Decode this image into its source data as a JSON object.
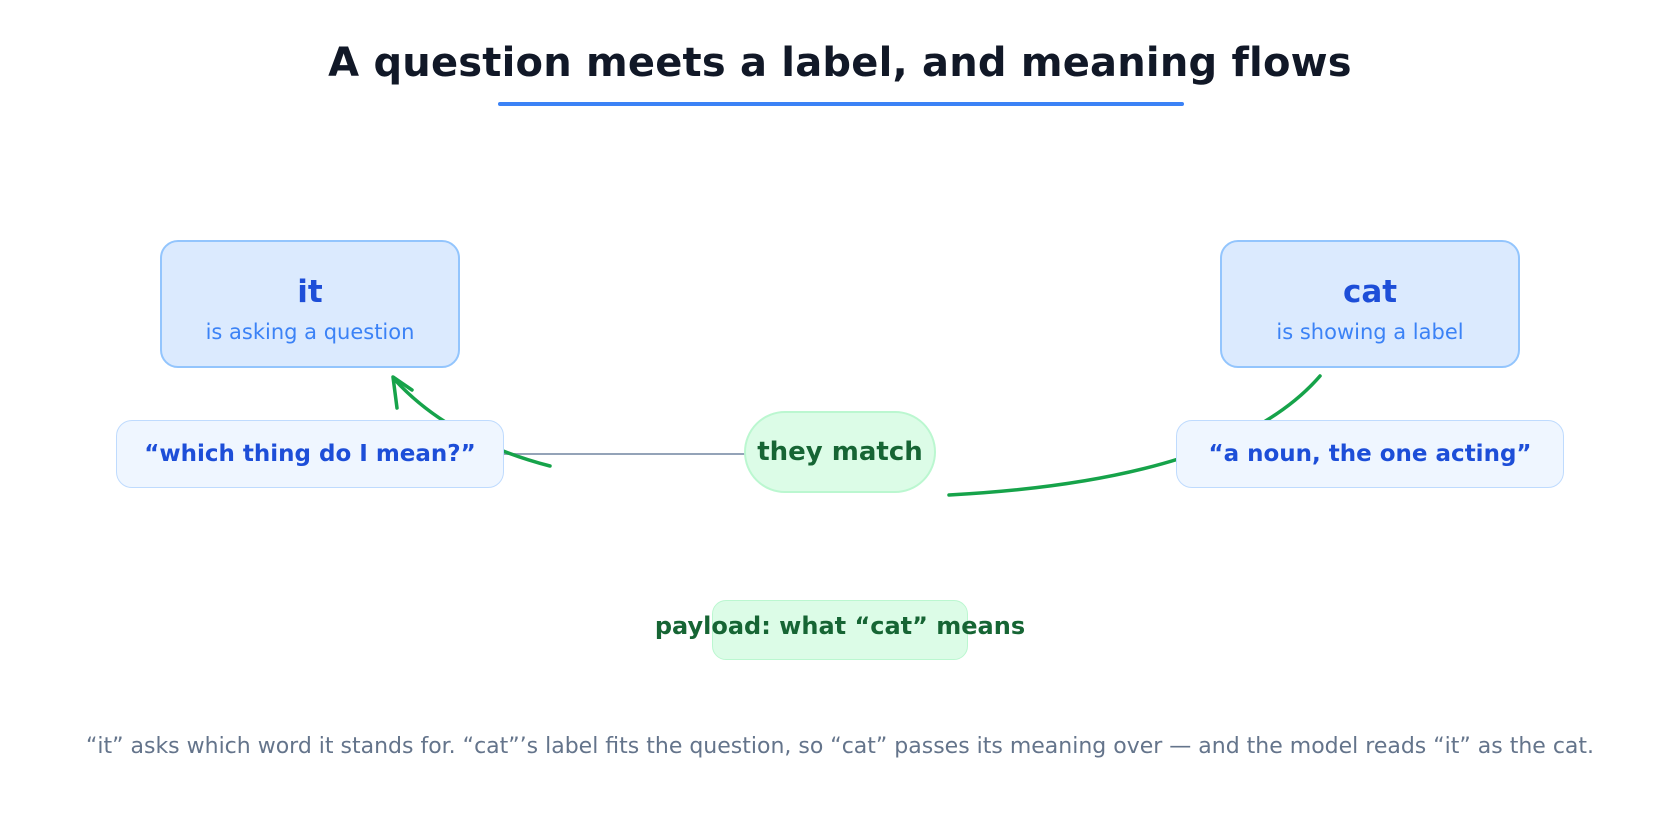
{
  "title": "A question meets a label, and meaning flows",
  "left_token": {
    "word": "it",
    "subtitle": "is asking a question"
  },
  "right_token": {
    "word": "cat",
    "subtitle": "is showing a label"
  },
  "query": "“which thing do I mean?”",
  "key": "“a noun, the one acting”",
  "match": "they match",
  "payload": "payload: what “cat” means",
  "caption": "“it” asks which word it stands for. “cat”’s label fits the question, so “cat” passes its meaning over — and the model reads “it” as the cat.",
  "colors": {
    "accent_blue": "#3b82f6",
    "token_text": "#1d4ed8",
    "flow_green": "#16a34a",
    "match_text": "#166534",
    "connector_gray": "#94a3b8"
  }
}
